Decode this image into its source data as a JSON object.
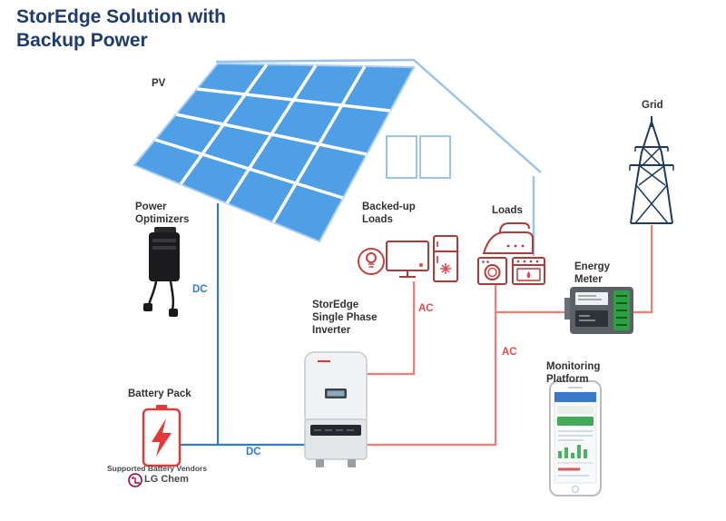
{
  "title": {
    "line1": "StorEdge Solution with",
    "line2": "Backup Power"
  },
  "labels": {
    "pv": "PV",
    "power_optimizers": [
      "Power",
      "Optimizers"
    ],
    "backed_up_loads": [
      "Backed-up",
      "Loads"
    ],
    "loads": "Loads",
    "grid": "Grid",
    "energy_meter": [
      "Energy",
      "Meter"
    ],
    "inverter": [
      "StorEdge",
      "Single Phase",
      "Inverter"
    ],
    "battery_pack": "Battery Pack",
    "monitoring_platform": [
      "Monitoring",
      "Platform"
    ],
    "supported_vendors": "Supported Battery Vendors",
    "lg_chem": "LG Chem"
  },
  "line_labels": {
    "dc": "DC",
    "ac": "AC"
  },
  "icons": [
    "solar-panel-array",
    "house-outline",
    "window",
    "transmission-tower",
    "power-optimizer",
    "battery",
    "lightbulb",
    "tv",
    "fridge",
    "iron",
    "washing-machine",
    "oven",
    "energy-meter-device",
    "inverter-device",
    "smartphone",
    "lg-chem-logo"
  ],
  "colors": {
    "title_navy": "#1e3a6e",
    "dc_blue": "#2f7ccd",
    "ac_red": "#f87a72",
    "ac_text_red": "#e34b4b",
    "panel_blue": "#4f9fe6",
    "house_outline_blue": "#9cc3ea",
    "icon_red": "#b03a3a",
    "accent_red": "#e04848",
    "tower_navy": "#1f3864",
    "battery_red": "#e23a3a",
    "lg_magenta": "#a50034",
    "meter_green": "#2f9e44"
  }
}
